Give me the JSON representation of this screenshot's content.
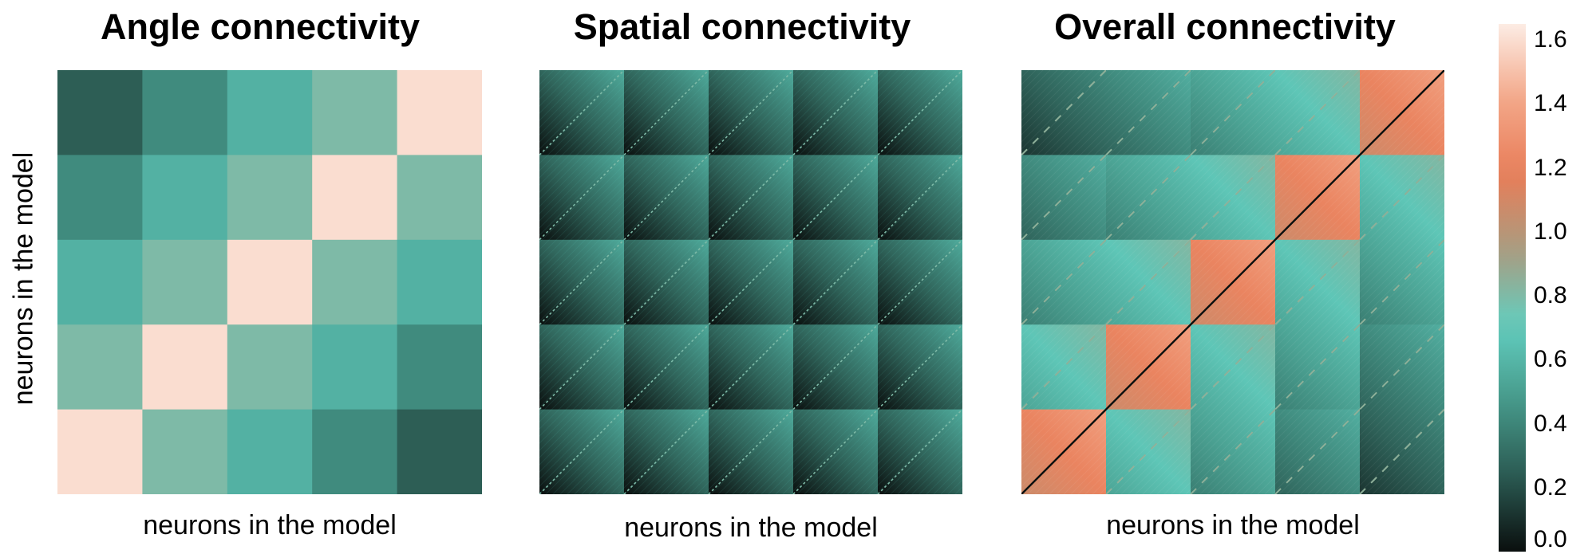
{
  "chart_data": [
    {
      "type": "heatmap",
      "title": "Angle connectivity",
      "xlabel": "neurons in the model",
      "ylabel": "neurons in the model",
      "grid_size": 5,
      "values": [
        [
          0.25,
          0.42,
          0.58,
          0.8,
          1.6
        ],
        [
          0.42,
          0.58,
          0.8,
          1.6,
          0.8
        ],
        [
          0.58,
          0.8,
          1.6,
          0.8,
          0.58
        ],
        [
          0.8,
          1.6,
          0.8,
          0.58,
          0.42
        ],
        [
          1.6,
          0.8,
          0.58,
          0.42,
          0.25
        ]
      ]
    },
    {
      "type": "heatmap",
      "title": "Spatial connectivity",
      "xlabel": "neurons in the model",
      "ylabel": "",
      "grid_size": 5,
      "block_pattern": "each block shades from ~0.0 (lower-left) to ~0.5 (upper-right) with a light diagonal at ~0.8",
      "value_range": [
        0.0,
        0.55
      ],
      "diagonal_value": 0.8
    },
    {
      "type": "heatmap",
      "title": "Overall connectivity",
      "xlabel": "neurons in the model",
      "ylabel": "",
      "grid_size": 5,
      "block_base": [
        [
          0.3,
          0.45,
          0.55,
          0.7,
          1.25
        ],
        [
          0.45,
          0.55,
          0.7,
          1.25,
          0.7
        ],
        [
          0.55,
          0.7,
          1.25,
          0.7,
          0.55
        ],
        [
          0.7,
          1.25,
          0.7,
          0.55,
          0.45
        ],
        [
          1.25,
          0.7,
          0.55,
          0.45,
          0.3
        ]
      ],
      "main_diagonal_value": 0.0,
      "block_diagonal_value": 0.85
    }
  ],
  "colorbar": {
    "min": 0.0,
    "max": 1.65,
    "ticks": [
      "0.0",
      "0.2",
      "0.4",
      "0.6",
      "0.8",
      "1.0",
      "1.2",
      "1.4",
      "1.6"
    ],
    "tick_values": [
      0.0,
      0.2,
      0.4,
      0.6,
      0.8,
      1.0,
      1.2,
      1.4,
      1.6
    ],
    "colors": [
      "#0a0f0e",
      "#2b5a52",
      "#46998a",
      "#62cec0",
      "#aa9c80",
      "#e87d58",
      "#f3a788",
      "#fcecE4"
    ]
  }
}
